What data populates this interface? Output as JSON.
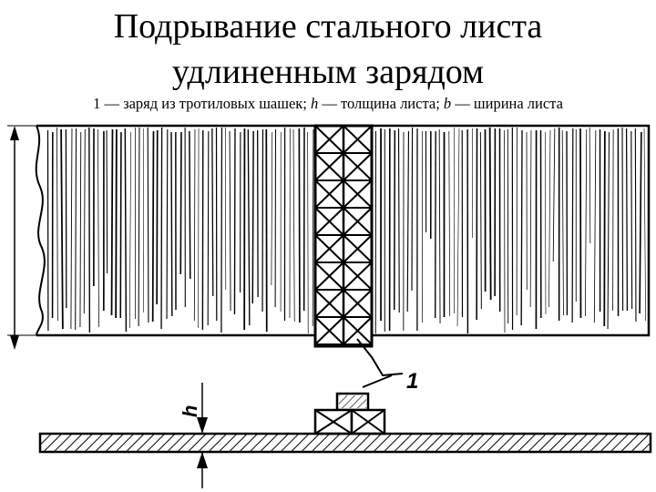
{
  "title": {
    "line1": "Подрывание стального листа",
    "line2": "удлиненным зарядом"
  },
  "caption": {
    "item1_num": "1",
    "item1_text": " — заряд из тротиловых шашек; ",
    "h_sym": "h",
    "h_text": " — толщина листа; ",
    "b_sym": "b",
    "b_text": " — ширина листа"
  },
  "figure": {
    "callout_label": "1",
    "thickness_label": "h"
  }
}
